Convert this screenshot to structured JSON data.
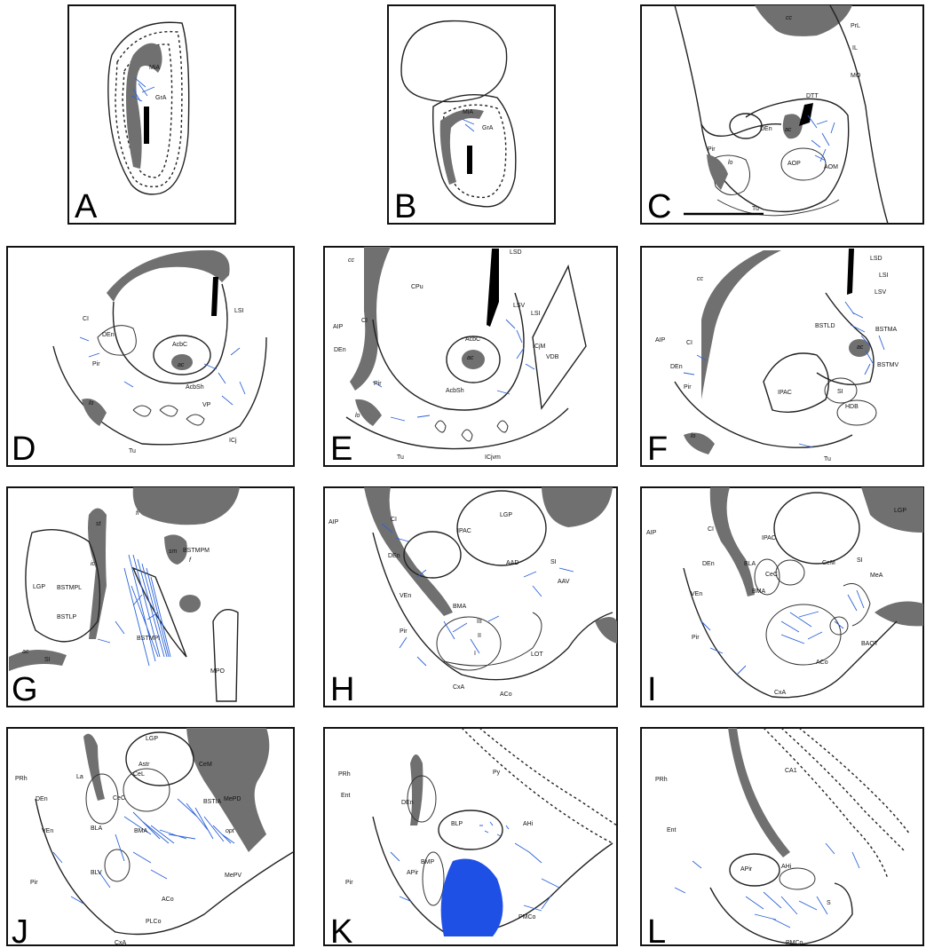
{
  "figure": {
    "fiber_color": "#2b63d9",
    "gray_matter_color": "#707070",
    "panels": [
      {
        "letter": "A",
        "labels": [
          "MiA",
          "GrA"
        ]
      },
      {
        "letter": "B",
        "labels": [
          "MiA",
          "GrA"
        ]
      },
      {
        "letter": "C",
        "labels": [
          "cc",
          "PrL",
          "IL",
          "MO",
          "DTT",
          "DEn",
          "ac",
          "Pir",
          "lo",
          "AOP",
          "AOM",
          "Tu"
        ]
      },
      {
        "letter": "D",
        "labels": [
          "CI",
          "DEn",
          "AcbC",
          "ac",
          "LSI",
          "Pir",
          "AcbSh",
          "VP",
          "lo",
          "ICj",
          "Tu"
        ]
      },
      {
        "letter": "E",
        "labels": [
          "LSD",
          "cc",
          "CPu",
          "AIP",
          "CI",
          "LSV",
          "LSI",
          "AcbC",
          "ICjM",
          "DEn",
          "ac",
          "VDB",
          "Pir",
          "AcbSh",
          "lo",
          "Tu",
          "ICjvm"
        ]
      },
      {
        "letter": "F",
        "labels": [
          "LSD",
          "cc",
          "LSI",
          "LSV",
          "AIP",
          "CI",
          "BSTLD",
          "BSTMA",
          "DEn",
          "ac",
          "BSTMV",
          "Pir",
          "IPAC",
          "SI",
          "HDB",
          "lo",
          "Tu"
        ]
      },
      {
        "letter": "G",
        "labels": [
          "fi",
          "st",
          "ic",
          "sm",
          "LGP",
          "BSTMPM",
          "f",
          "BSTMPL",
          "BSTLP",
          "ac",
          "SI",
          "BSTMPI",
          "MPO"
        ]
      },
      {
        "letter": "H",
        "labels": [
          "AIP",
          "CI",
          "LGP",
          "DEn",
          "IPAC",
          "VEn",
          "AAD",
          "SI",
          "AAV",
          "Pir",
          "BMA",
          "III",
          "II",
          "I",
          "LOT",
          "CxA",
          "ACo"
        ]
      },
      {
        "letter": "I",
        "labels": [
          "AIP",
          "CI",
          "LGP",
          "IPAC",
          "DEn",
          "BLA",
          "CeM",
          "CeC",
          "SI",
          "MeA",
          "VEn",
          "BMA",
          "Pir",
          "BAOT",
          "ACo",
          "CxA"
        ]
      },
      {
        "letter": "J",
        "labels": [
          "LGP",
          "Astr",
          "PRh",
          "CeL",
          "CeM",
          "La",
          "CeC",
          "BSTIA",
          "DEn",
          "MePD",
          "BLA",
          "VEn",
          "BMA",
          "opt",
          "Pir",
          "BLV",
          "MePV",
          "ACo",
          "PLCo",
          "CxA"
        ]
      },
      {
        "letter": "K",
        "labels": [
          "PRh",
          "Ent",
          "Py",
          "DEn",
          "BLP",
          "AHi",
          "BMP",
          "APir",
          "Pir",
          "PMCo"
        ]
      },
      {
        "letter": "L",
        "labels": [
          "PRh",
          "CA1",
          "Ent",
          "APir",
          "AHi",
          "S",
          "PMCo"
        ]
      }
    ]
  }
}
